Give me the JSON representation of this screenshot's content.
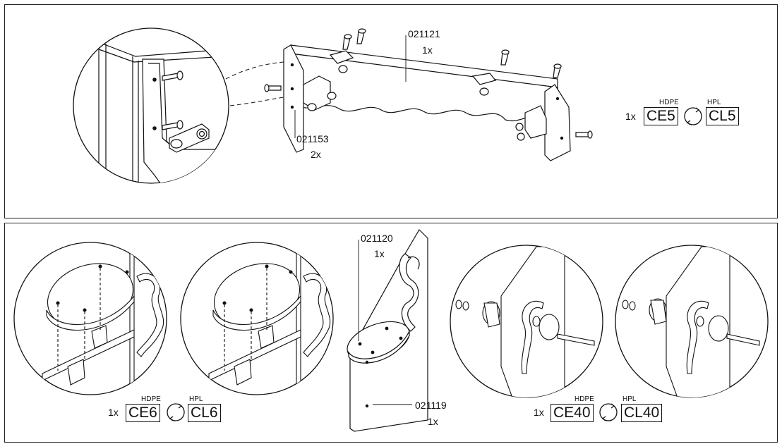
{
  "top_step": {
    "parts": [
      {
        "number": "021121",
        "qty": "1x"
      },
      {
        "number": "021153",
        "qty": "2x"
      }
    ],
    "kit": {
      "qty": "1x",
      "hdpe_label": "HDPE",
      "hpl_label": "HPL",
      "hdpe_code": "CE5",
      "hpl_code": "CL5"
    }
  },
  "bottom_step": {
    "parts": [
      {
        "number": "021120",
        "qty": "1x"
      },
      {
        "number": "021119",
        "qty": "1x"
      }
    ],
    "kit_left": {
      "qty": "1x",
      "hdpe_label": "HDPE",
      "hpl_label": "HPL",
      "hdpe_code": "CE6",
      "hpl_code": "CL6"
    },
    "kit_right": {
      "qty": "1x",
      "hdpe_label": "HDPE",
      "hpl_label": "HPL",
      "hdpe_code": "CE40",
      "hpl_code": "CL40"
    }
  },
  "icons": [
    "swap-arrows-icon",
    "screw-icon",
    "bracket-icon"
  ],
  "colors": {
    "line": "#111111",
    "panel_fill": "#e6e6e6",
    "background": "#ffffff"
  }
}
